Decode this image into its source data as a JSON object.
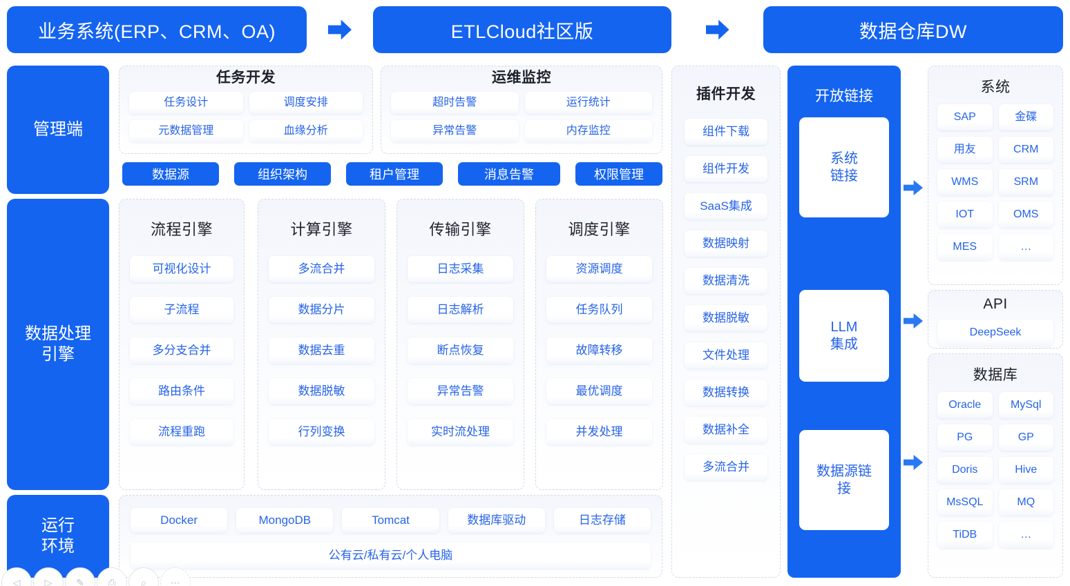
{
  "top_flow": {
    "stages": [
      {
        "label": "业务系统(ERP、CRM、OA)"
      },
      {
        "label": "ETLCloud社区版"
      },
      {
        "label": "数据仓库DW"
      }
    ],
    "arrow_icon": "arrow-right-icon"
  },
  "rails": [
    {
      "label": "管理端"
    },
    {
      "label": "数据处理\n引擎",
      "line1": "数据处理",
      "line2": "引擎"
    },
    {
      "label": "运行\n环境",
      "line1": "运行",
      "line2": "环境"
    }
  ],
  "admin": {
    "task_dev": {
      "title": "任务开发",
      "items": [
        "任务设计",
        "调度安排",
        "元数据管理",
        "血缘分析"
      ]
    },
    "ops_monitor": {
      "title": "运维监控",
      "items": [
        "超时告警",
        "运行统计",
        "异常告警",
        "内存监控"
      ]
    },
    "buttons": [
      "数据源",
      "组织架构",
      "租户管理",
      "消息告警",
      "权限管理"
    ]
  },
  "engines": [
    {
      "title": "流程引擎",
      "items": [
        "可视化设计",
        "子流程",
        "多分支合并",
        "路由条件",
        "流程重跑"
      ]
    },
    {
      "title": "计算引擎",
      "items": [
        "多流合并",
        "数据分片",
        "数据去重",
        "数据脱敏",
        "行列变换"
      ]
    },
    {
      "title": "传输引擎",
      "items": [
        "日志采集",
        "日志解析",
        "断点恢复",
        "异常告警",
        "实时流处理"
      ]
    },
    {
      "title": "调度引擎",
      "items": [
        "资源调度",
        "任务队列",
        "故障转移",
        "最优调度",
        "并发处理"
      ]
    }
  ],
  "runtime": {
    "items": [
      "Docker",
      "MongoDB",
      "Tomcat",
      "数据库驱动",
      "日志存储"
    ],
    "wide": "公有云/私有云/个人电脑"
  },
  "plugin": {
    "title": "插件开发",
    "items": [
      "组件下载",
      "组件开发",
      "SaaS集成",
      "数据映射",
      "数据清洗",
      "数据脱敏",
      "文件处理",
      "数据转换",
      "数据补全",
      "多流合并"
    ]
  },
  "open_link": {
    "title": "开放链接",
    "cards": [
      {
        "line1": "系统",
        "line2": "链接"
      },
      {
        "line1": "LLM",
        "line2": "集成"
      },
      {
        "line1": "数据源链",
        "line2": "接"
      }
    ],
    "arrow_icon": "arrow-right-icon"
  },
  "targets": {
    "system": {
      "title": "系统",
      "items": [
        "SAP",
        "金碟",
        "用友",
        "CRM",
        "WMS",
        "SRM",
        "IOT",
        "OMS",
        "MES",
        "…"
      ]
    },
    "api": {
      "title": "API",
      "items": [
        "DeepSeek"
      ]
    },
    "database": {
      "title": "数据库",
      "items": [
        "Oracle",
        "MySql",
        "PG",
        "GP",
        "Doris",
        "Hive",
        "MsSQL",
        "MQ",
        "TiDB",
        "…"
      ]
    }
  },
  "toolbar": {
    "buttons": [
      {
        "icon": "previous-icon",
        "glyph": "◁"
      },
      {
        "icon": "play-icon",
        "glyph": "▷"
      },
      {
        "icon": "pen-icon",
        "glyph": "✎"
      },
      {
        "icon": "printer-icon",
        "glyph": "⎙"
      },
      {
        "icon": "search-icon",
        "glyph": "⌕"
      },
      {
        "icon": "more-icon",
        "glyph": "⋯"
      }
    ]
  },
  "colors": {
    "brand_blue": "#1464f0",
    "chip_text": "#2563e8",
    "panel_border": "#d4d9e3",
    "title_text": "#1d2129"
  }
}
